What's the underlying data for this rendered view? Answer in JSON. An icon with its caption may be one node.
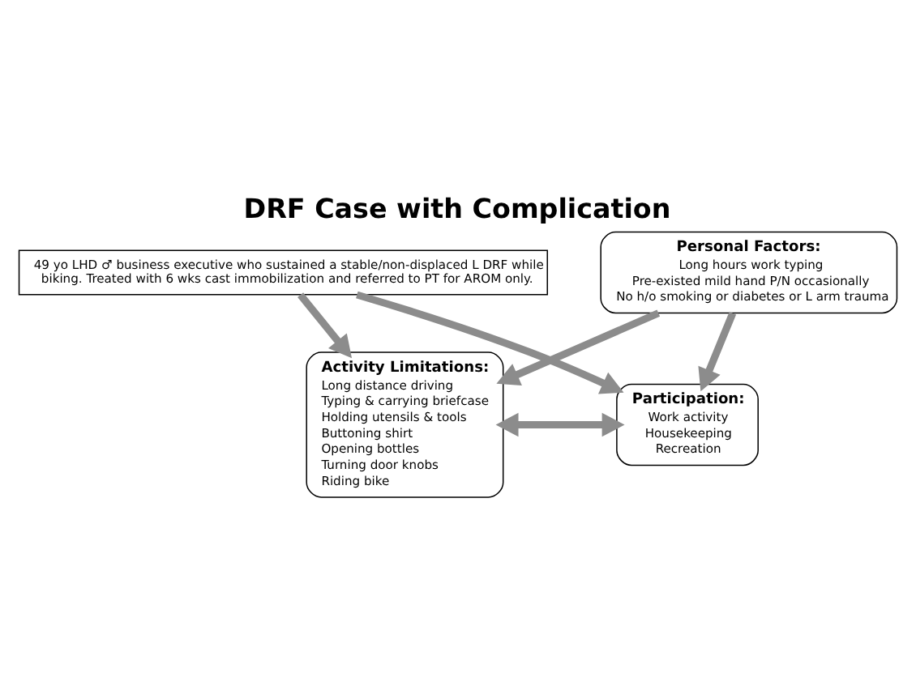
{
  "diagram": {
    "title": "DRF Case with Complication",
    "nodes": [
      {
        "text": [
          "49 yo LHD ♂ business executive who sustained a stable/non-displaced L DRF while biking. Treated with 6 wks cast immobilization and referred to PT for AROM only."
        ]
      },
      {
        "text": [
          "Activity Limitations:",
          "Long distance driving",
          "Typing & carrying briefcase",
          "Holding utensils & tools",
          "Buttoning shirt",
          "Opening bottles",
          "Turning door knobs",
          "Riding bike"
        ]
      },
      {
        "text": [
          "Participation:",
          "Work activity",
          "Housekeeping",
          "Recreation"
        ]
      },
      {
        "text": [
          "Personal Factors:",
          "Long hours work typing",
          "Pre-existed mild hand P/N occasionally",
          "No h/o smoking or diabetes or L arm trauma"
        ]
      }
    ],
    "edges": [
      {
        "from": 0,
        "to": 1,
        "arrow": "to"
      },
      {
        "from": 0,
        "to": 2,
        "arrow": "to"
      },
      {
        "from": 1,
        "to": 2,
        "arrow": "both"
      },
      {
        "from": 3,
        "to": 1,
        "arrow": "to"
      },
      {
        "from": 3,
        "to": 2,
        "arrow": "to"
      }
    ]
  }
}
